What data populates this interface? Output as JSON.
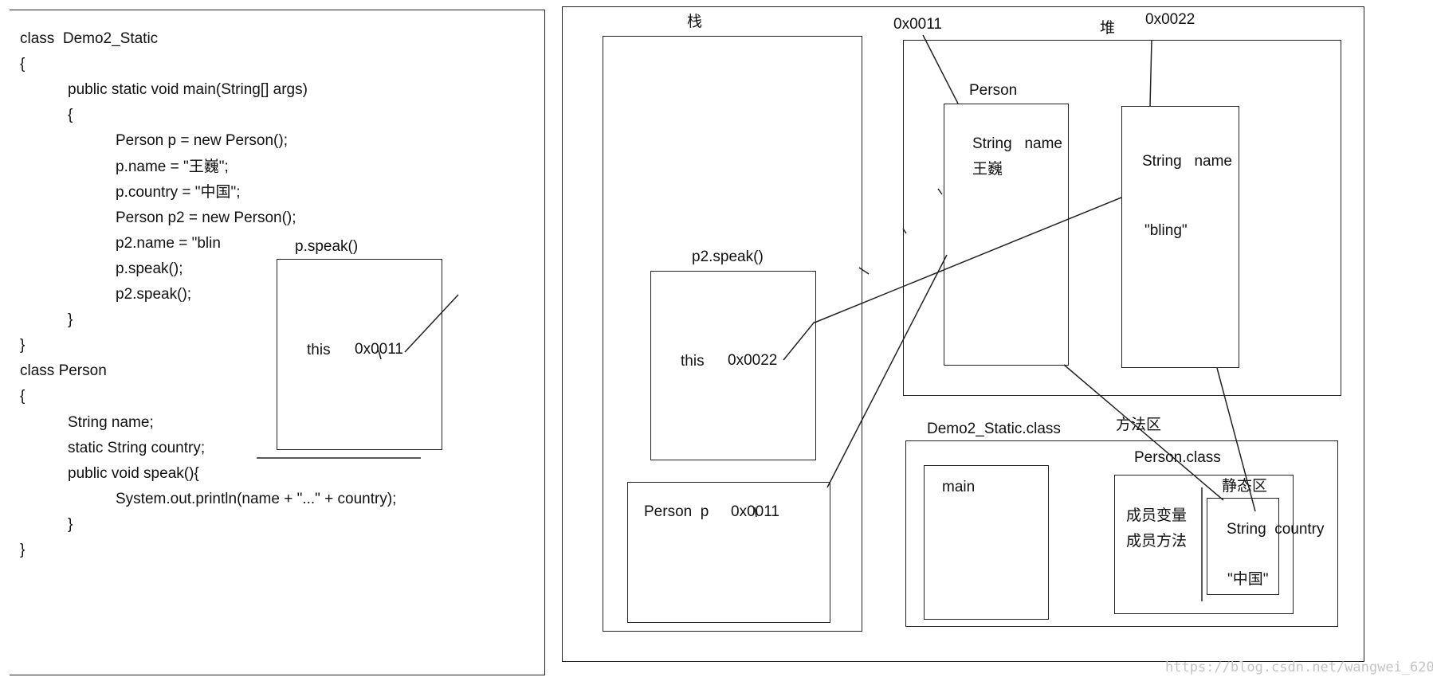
{
  "code": {
    "lines": [
      {
        "indent": 0,
        "text": "class  Demo2_Static"
      },
      {
        "indent": 0,
        "text": "{"
      },
      {
        "indent": 1,
        "text": "public static void main(String[] args)"
      },
      {
        "indent": 1,
        "text": "{"
      },
      {
        "indent": 2,
        "text": "Person p = new Person();"
      },
      {
        "indent": 2,
        "text": "p.name = \"王巍\";"
      },
      {
        "indent": 2,
        "text": "p.country = \"中国\";"
      },
      {
        "indent": 2,
        "text": "Person p2 = new Person();"
      },
      {
        "indent": 2,
        "text": "p2.name = \"blin"
      },
      {
        "indent": 2,
        "text": "p.speak();"
      },
      {
        "indent": 2,
        "text": "p2.speak();"
      },
      {
        "indent": 1,
        "text": "}"
      },
      {
        "indent": 0,
        "text": "}"
      },
      {
        "indent": 0,
        "text": "class Person"
      },
      {
        "indent": 0,
        "text": "{"
      },
      {
        "indent": 1,
        "text": "String name;"
      },
      {
        "indent": 1,
        "text": "static String country;"
      },
      {
        "indent": 1,
        "text": "public void speak(){"
      },
      {
        "indent": 2,
        "text": "System.out.println(name + \"...\" + country);"
      },
      {
        "indent": 1,
        "text": "}"
      },
      {
        "indent": 0,
        "text": "}"
      }
    ]
  },
  "speak_frame": {
    "title": "p.speak()",
    "this_label": "this",
    "address": "0x0011"
  },
  "stack": {
    "title": "栈",
    "p2_speak_frame": {
      "title": "p2.speak()",
      "this_label": "this",
      "address": "0x0022"
    },
    "main_frame": {
      "var_label": "Person  p",
      "address": "0x0011"
    }
  },
  "heap": {
    "title": "堆",
    "object1": {
      "address": "0x0011",
      "class_label": "Person",
      "field": "String   name",
      "value": "王巍"
    },
    "object2": {
      "address": "0x0022",
      "field": "String   name",
      "value": "\"bling\""
    }
  },
  "method_area": {
    "title": "方法区",
    "demo_class": {
      "title": "Demo2_Static.class",
      "main_label": "main"
    },
    "person_class": {
      "title": "Person.class",
      "members": [
        "成员变量",
        "成员方法"
      ],
      "static_area": {
        "title": "静态区",
        "field": "String  country",
        "value": "\"中国\""
      }
    }
  },
  "watermark": "https://blog.csdn.net/wangwei_620"
}
